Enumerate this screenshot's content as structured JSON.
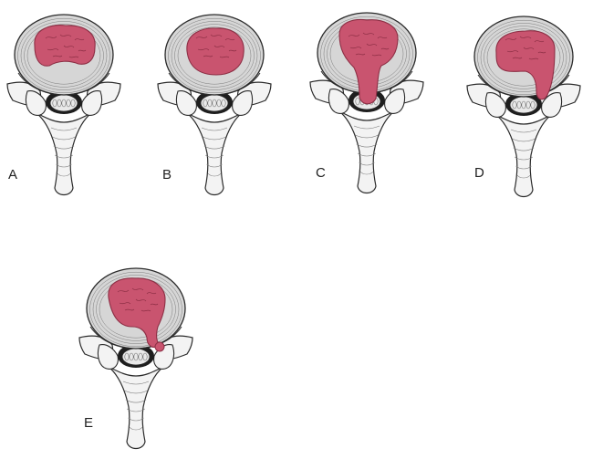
{
  "colors": {
    "nucleus": "#c9546f",
    "nucleus_line": "#8d2f45",
    "annulus": "#d6d6d6",
    "annulus_line": "#6f6f6f",
    "bone": "#f3f3f3",
    "ink": "#2b2b2b",
    "cord_fill": "#e9e9e9"
  },
  "panels": [
    {
      "id": "A",
      "label": "A",
      "variant": "normal"
    },
    {
      "id": "B",
      "label": "B",
      "variant": "bulge"
    },
    {
      "id": "C",
      "label": "C",
      "variant": "central-protrusion"
    },
    {
      "id": "D",
      "label": "D",
      "variant": "posterolateral-protrusion"
    },
    {
      "id": "E",
      "label": "E",
      "variant": "extrusion"
    }
  ]
}
